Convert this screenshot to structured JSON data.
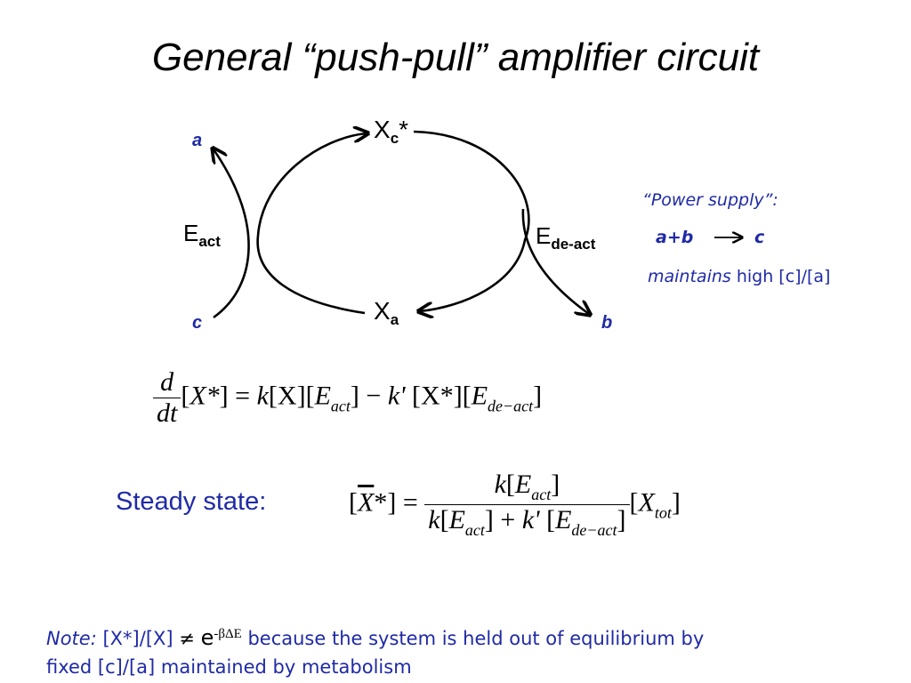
{
  "title": "General “push-pull” amplifier circuit",
  "diagram": {
    "species_a": "a",
    "species_b": "b",
    "species_c": "c",
    "xc_base": "X",
    "xc_sub": "c",
    "xc_star": "*",
    "xa_base": "X",
    "xa_sub": "a",
    "eact_base": "E",
    "eact_sub": "act",
    "edeact_base": "E",
    "edeact_sub": "de-act"
  },
  "power_supply": {
    "heading": "“Power supply”:",
    "reaction_left": "a+b",
    "reaction_right": "c",
    "maintains_italic": "maintains",
    "maintains_rest": "high [c]/[a]"
  },
  "rate_equation": {
    "frac_num": "d",
    "frac_den": "dt",
    "open_bracket": "[",
    "x_star": "X*",
    "close_eq": "] = ",
    "k": "k",
    "term1_x": "[X][",
    "e": "E",
    "act": "act",
    "minus": "] − ",
    "kprime": "k' ",
    "term2": "[X*][",
    "de_act": "de−act",
    "end": "]"
  },
  "steady_state": {
    "label": "Steady state:",
    "lhs_open": "[",
    "lhs_x": "X",
    "lhs_rest": "*] =",
    "num_k": "k",
    "num_open": "[",
    "num_e": "E",
    "num_sub": "act",
    "num_close": "]",
    "den_k": "k",
    "den_open": "[",
    "den_e": "E",
    "den_sub": "act",
    "den_plus": "] + ",
    "den_kprime": "k'",
    "den_open2": " [",
    "den_e2": "E",
    "den_sub2": "de−act",
    "den_close": "]",
    "tot_open": "[",
    "tot_x": "X",
    "tot_sub": "tot",
    "tot_close": "]"
  },
  "note": {
    "label": "Note:",
    "expr": " [X*]/[X] ",
    "neq": "≠",
    "e": "e",
    "exponent": "-βΔE",
    "rest1": " because the system is held out of equilibrium by",
    "rest2": "fixed [c]/[a] maintained by metabolism"
  },
  "colors": {
    "text_blue": "#1f2aa6",
    "text_black": "#000000",
    "background": "#ffffff"
  }
}
